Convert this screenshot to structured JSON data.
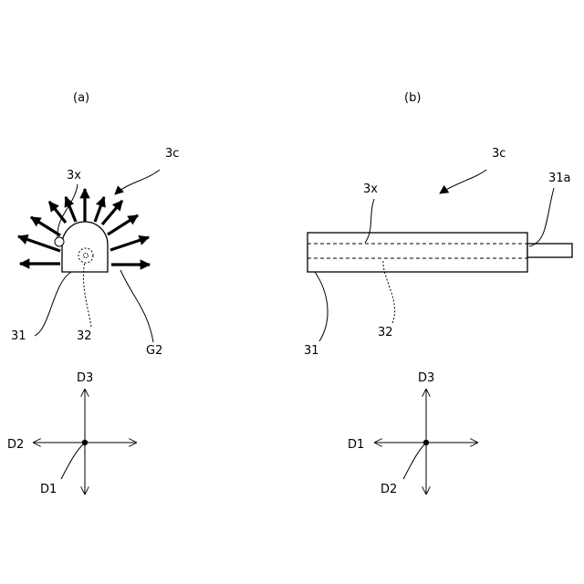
{
  "figure_a": {
    "panel_label": "(a)",
    "ref_3c": "3c",
    "ref_3x": "3x",
    "ref_31": "31",
    "ref_32": "32",
    "ref_G2": "G2",
    "axis_up": "D3",
    "axis_left": "D2",
    "axis_center": "D1"
  },
  "figure_b": {
    "panel_label": "(b)",
    "ref_3c": "3c",
    "ref_3x": "3x",
    "ref_31a": "31a",
    "ref_31": "31",
    "ref_32": "32",
    "axis_up": "D3",
    "axis_left": "D1",
    "axis_center": "D2"
  }
}
